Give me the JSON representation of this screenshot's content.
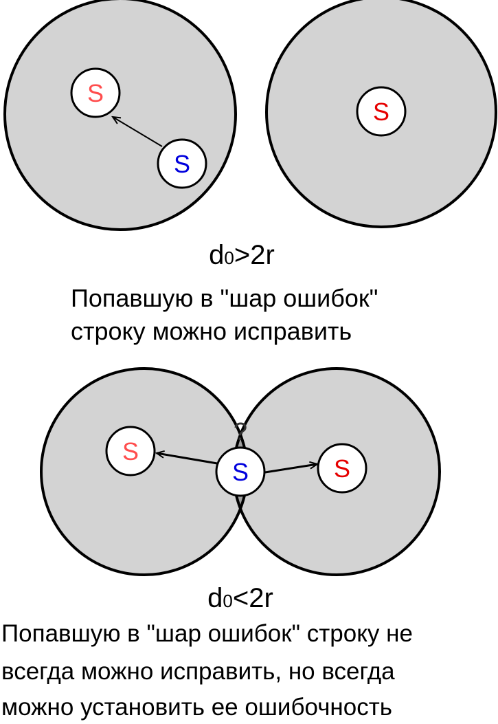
{
  "top": {
    "decoded_label": "S",
    "received_label": "S",
    "other_codeword_label": "S",
    "condition": {
      "main": "d",
      "sub": "0",
      "rest": ">2r"
    },
    "caption_lines": [
      "Попавшую в \"шар ошибок\"",
      "строку можно исправить"
    ]
  },
  "bottom": {
    "left_codeword_label": "S",
    "received_label": "S",
    "right_codeword_label": "S",
    "ambiguity_mark": "?",
    "condition": {
      "main": "d",
      "sub": "0",
      "rest": "<2r"
    },
    "caption_lines": [
      "Попавшую в \"шар ошибок\" строку не",
      "всегда можно исправить, но всегда",
      "можно установить ее ошибочность"
    ]
  },
  "colors": {
    "ball_fill": "#d3d3d3",
    "overlap_fill": "#a0a0a0",
    "codeword_text": "#ff4d4d",
    "codeword_text_strong": "#e60000",
    "received_text": "#0000dd",
    "stroke": "#000000"
  }
}
